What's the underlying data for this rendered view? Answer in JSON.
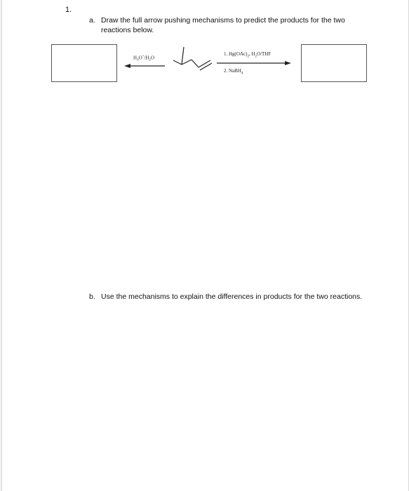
{
  "question": {
    "number": "1.",
    "part_a": {
      "letter": "a.",
      "text": "Draw the full arrow pushing mechanisms to predict the products for the two reactions below."
    },
    "part_b": {
      "letter": "b.",
      "text": "Use the mechanisms to explain the differences in products for the two reactions."
    }
  },
  "scheme": {
    "left_reagent": {
      "main": "H",
      "s1": "3",
      "m2": "O",
      "s2": "+",
      "m3": "/H",
      "s3": "2",
      "m4": "O"
    },
    "right_reagent_1": {
      "m1": "1. Hg(OAc)",
      "s1": "2",
      "m2": ", H",
      "s2": "2",
      "m3": "O/THF"
    },
    "right_reagent_2": {
      "m1": "2. NaBH",
      "s1": "4"
    }
  }
}
